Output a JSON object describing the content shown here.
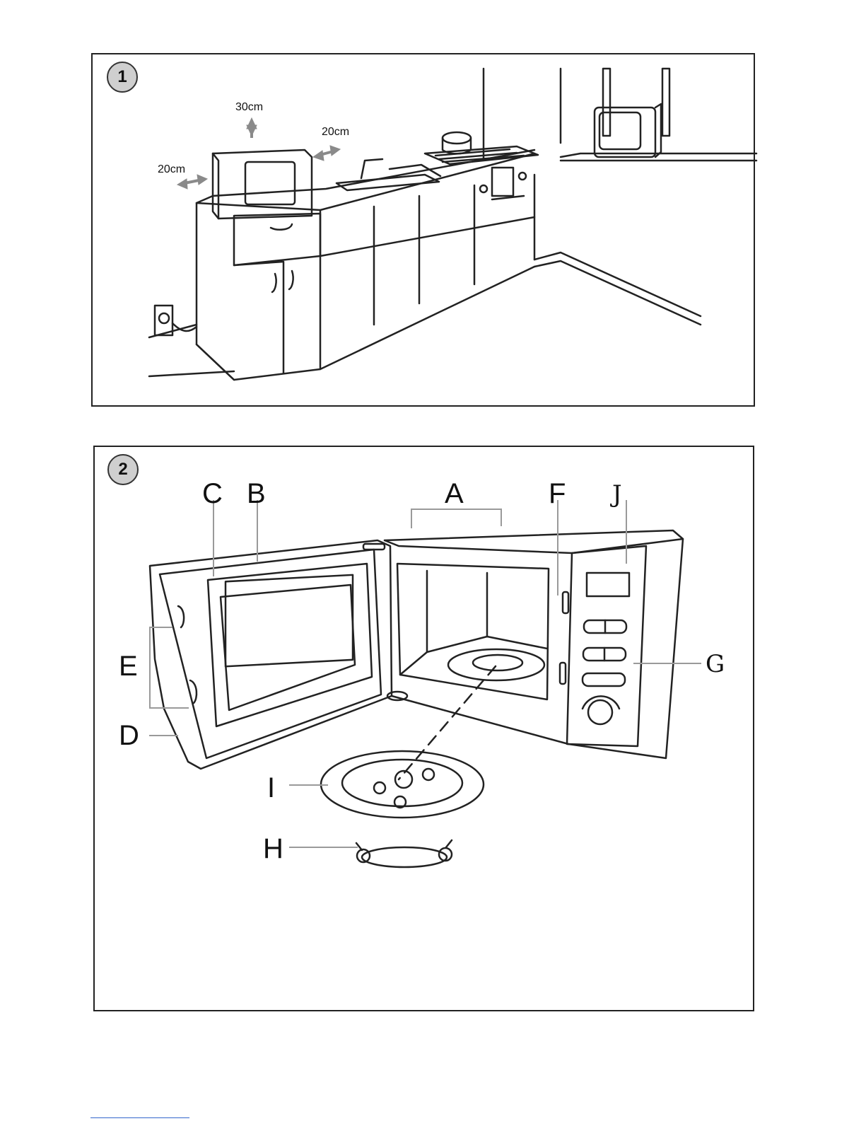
{
  "figure1": {
    "number": "1",
    "clearances": {
      "top": "30cm",
      "left": "20cm",
      "right": "20cm"
    }
  },
  "figure2": {
    "number": "2",
    "labels": {
      "A": "A",
      "B": "B",
      "C": "C",
      "D": "D",
      "E": "E",
      "F": "F",
      "G": "G",
      "H": "H",
      "I": "I",
      "J": "J"
    }
  },
  "icons": [
    "double-arrow-icon",
    "figure-number-badge"
  ]
}
